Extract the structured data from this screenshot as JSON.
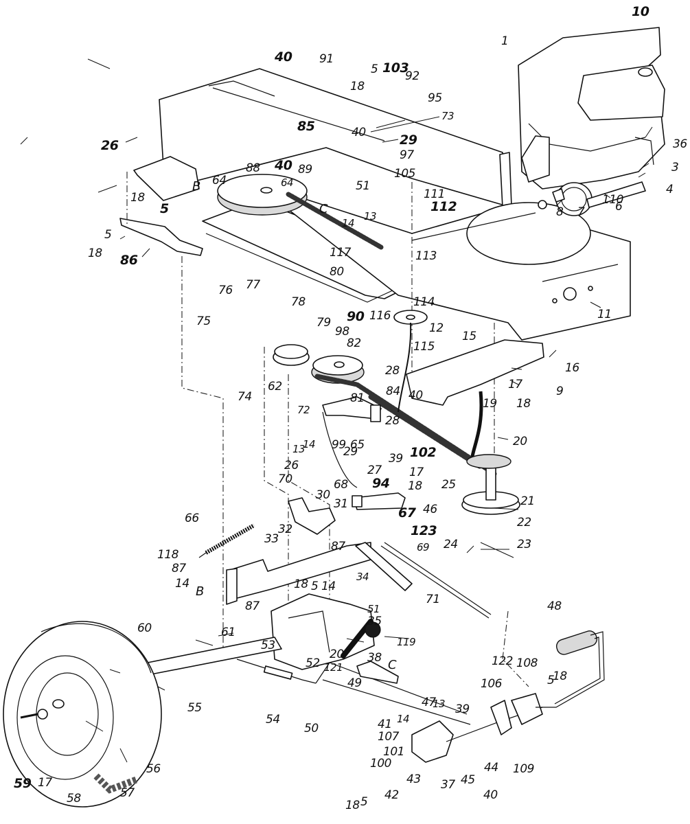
{
  "diagram": {
    "type": "exploded-parts-diagram",
    "subject": "riding mower drive and frame assembly",
    "ink_color": "#111111",
    "background_color": "#ffffff"
  },
  "callouts": [
    {
      "id": "c1",
      "label": "10"
    },
    {
      "id": "c2",
      "label": "1"
    },
    {
      "id": "c3",
      "label": "40"
    },
    {
      "id": "c4",
      "label": "91"
    },
    {
      "id": "c5",
      "label": "5"
    },
    {
      "id": "c6",
      "label": "103"
    },
    {
      "id": "c7",
      "label": "92"
    },
    {
      "id": "c8",
      "label": "18"
    },
    {
      "id": "c9",
      "label": "95"
    },
    {
      "id": "c10",
      "label": "73"
    },
    {
      "id": "c11",
      "label": "85"
    },
    {
      "id": "c12",
      "label": "40"
    },
    {
      "id": "c13",
      "label": "29"
    },
    {
      "id": "c14",
      "label": "97"
    },
    {
      "id": "c15",
      "label": "36"
    },
    {
      "id": "c16",
      "label": "3"
    },
    {
      "id": "c17",
      "label": "4"
    },
    {
      "id": "c18",
      "label": "26"
    },
    {
      "id": "c19",
      "label": "88"
    },
    {
      "id": "c20",
      "label": "40"
    },
    {
      "id": "c21",
      "label": "89"
    },
    {
      "id": "c22",
      "label": "105"
    },
    {
      "id": "c23",
      "label": "51"
    },
    {
      "id": "c24",
      "label": "64"
    },
    {
      "id": "c25",
      "label": "64"
    },
    {
      "id": "c26",
      "label": "18"
    },
    {
      "id": "c27",
      "label": "5"
    },
    {
      "id": "c28",
      "label": "110"
    },
    {
      "id": "c29",
      "label": "6"
    },
    {
      "id": "c30",
      "label": "7"
    },
    {
      "id": "c31",
      "label": "8"
    },
    {
      "id": "c32",
      "label": "111"
    },
    {
      "id": "c33",
      "label": "112"
    },
    {
      "id": "c34",
      "label": "13"
    },
    {
      "id": "c35",
      "label": "14"
    },
    {
      "id": "c36",
      "label": "5"
    },
    {
      "id": "c37",
      "label": "18"
    },
    {
      "id": "c38",
      "label": "86"
    },
    {
      "id": "c39",
      "label": "117"
    },
    {
      "id": "c40",
      "label": "113"
    },
    {
      "id": "c41",
      "label": "80"
    },
    {
      "id": "c42",
      "label": "76"
    },
    {
      "id": "c43",
      "label": "77"
    },
    {
      "id": "c44",
      "label": "78"
    },
    {
      "id": "c45",
      "label": "90"
    },
    {
      "id": "c46",
      "label": "75"
    },
    {
      "id": "c47",
      "label": "79"
    },
    {
      "id": "c48",
      "label": "98"
    },
    {
      "id": "c49",
      "label": "82"
    },
    {
      "id": "c50",
      "label": "116"
    },
    {
      "id": "c51",
      "label": "114"
    },
    {
      "id": "c52",
      "label": "12"
    },
    {
      "id": "c53",
      "label": "15"
    },
    {
      "id": "c54",
      "label": "115"
    },
    {
      "id": "c55",
      "label": "11"
    },
    {
      "id": "c56",
      "label": "16"
    },
    {
      "id": "c57",
      "label": "9"
    },
    {
      "id": "c58",
      "label": "74"
    },
    {
      "id": "c59",
      "label": "62"
    },
    {
      "id": "c60",
      "label": "28"
    },
    {
      "id": "c61",
      "label": "84"
    },
    {
      "id": "c62",
      "label": "81"
    },
    {
      "id": "c63",
      "label": "72"
    },
    {
      "id": "c64",
      "label": "40"
    },
    {
      "id": "c65",
      "label": "17"
    },
    {
      "id": "c66",
      "label": "18"
    },
    {
      "id": "c67",
      "label": "19"
    },
    {
      "id": "c68",
      "label": "28"
    },
    {
      "id": "c69",
      "label": "99"
    },
    {
      "id": "c70",
      "label": "65"
    },
    {
      "id": "c71",
      "label": "29"
    },
    {
      "id": "c72",
      "label": "39"
    },
    {
      "id": "c73",
      "label": "102"
    },
    {
      "id": "c74",
      "label": "20"
    },
    {
      "id": "c75",
      "label": "27"
    },
    {
      "id": "c76",
      "label": "13"
    },
    {
      "id": "c77",
      "label": "14"
    },
    {
      "id": "c78",
      "label": "17"
    },
    {
      "id": "c79",
      "label": "94"
    },
    {
      "id": "c80",
      "label": "18"
    },
    {
      "id": "c81",
      "label": "25"
    },
    {
      "id": "c82",
      "label": "26"
    },
    {
      "id": "c83",
      "label": "70"
    },
    {
      "id": "c84",
      "label": "30"
    },
    {
      "id": "c85",
      "label": "68"
    },
    {
      "id": "c86",
      "label": "46"
    },
    {
      "id": "c87",
      "label": "21"
    },
    {
      "id": "c88",
      "label": "31"
    },
    {
      "id": "c89",
      "label": "67"
    },
    {
      "id": "c90",
      "label": "66"
    },
    {
      "id": "c91",
      "label": "32"
    },
    {
      "id": "c92",
      "label": "123"
    },
    {
      "id": "c93",
      "label": "22"
    },
    {
      "id": "c94",
      "label": "69"
    },
    {
      "id": "c95",
      "label": "24"
    },
    {
      "id": "c96",
      "label": "23"
    },
    {
      "id": "c97",
      "label": "118"
    },
    {
      "id": "c98",
      "label": "33"
    },
    {
      "id": "c99",
      "label": "87"
    },
    {
      "id": "c100",
      "label": "87"
    },
    {
      "id": "c101",
      "label": "14"
    },
    {
      "id": "c102",
      "label": "34"
    },
    {
      "id": "c103",
      "label": "18"
    },
    {
      "id": "c104",
      "label": "5"
    },
    {
      "id": "c105",
      "label": "14"
    },
    {
      "id": "c106",
      "label": "87"
    },
    {
      "id": "c107",
      "label": "71"
    },
    {
      "id": "c108",
      "label": "51"
    },
    {
      "id": "c109",
      "label": "48"
    },
    {
      "id": "c110",
      "label": "35"
    },
    {
      "id": "c111",
      "label": "60"
    },
    {
      "id": "c112",
      "label": "61"
    },
    {
      "id": "c113",
      "label": "119"
    },
    {
      "id": "c114",
      "label": "53"
    },
    {
      "id": "c115",
      "label": "20"
    },
    {
      "id": "c116",
      "label": "38"
    },
    {
      "id": "c117",
      "label": "52"
    },
    {
      "id": "c118",
      "label": "121"
    },
    {
      "id": "c119",
      "label": "122"
    },
    {
      "id": "c120",
      "label": "108"
    },
    {
      "id": "c121",
      "label": "55"
    },
    {
      "id": "c122",
      "label": "49"
    },
    {
      "id": "c123",
      "label": "5"
    },
    {
      "id": "c124",
      "label": "18"
    },
    {
      "id": "c125",
      "label": "106"
    },
    {
      "id": "c126",
      "label": "54"
    },
    {
      "id": "c127",
      "label": "50"
    },
    {
      "id": "c128",
      "label": "47"
    },
    {
      "id": "c129",
      "label": "13"
    },
    {
      "id": "c130",
      "label": "39"
    },
    {
      "id": "c131",
      "label": "14"
    },
    {
      "id": "c132",
      "label": "41"
    },
    {
      "id": "c133",
      "label": "107"
    },
    {
      "id": "c134",
      "label": "44"
    },
    {
      "id": "c135",
      "label": "101"
    },
    {
      "id": "c136",
      "label": "100"
    },
    {
      "id": "c137",
      "label": "109"
    },
    {
      "id": "c138",
      "label": "45"
    },
    {
      "id": "c139",
      "label": "59"
    },
    {
      "id": "c140",
      "label": "17"
    },
    {
      "id": "c141",
      "label": "58"
    },
    {
      "id": "c142",
      "label": "57"
    },
    {
      "id": "c143",
      "label": "56"
    },
    {
      "id": "c144",
      "label": "43"
    },
    {
      "id": "c145",
      "label": "37"
    },
    {
      "id": "c146",
      "label": "18"
    },
    {
      "id": "c147",
      "label": "5"
    },
    {
      "id": "c148",
      "label": "42"
    },
    {
      "id": "c149",
      "label": "40"
    }
  ],
  "reference_marks": [
    {
      "id": "r1",
      "label": "B"
    },
    {
      "id": "r2",
      "label": "C"
    },
    {
      "id": "r3",
      "label": "B"
    },
    {
      "id": "r4",
      "label": "C"
    }
  ]
}
